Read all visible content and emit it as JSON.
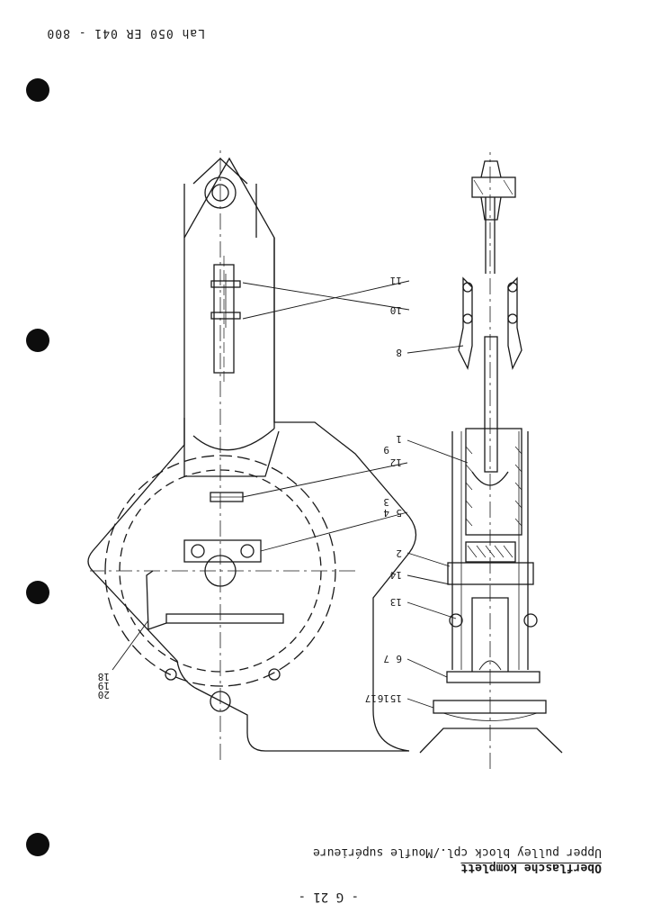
{
  "document": {
    "doc_number": "Lah 050 ER 041 - 800",
    "title_de": "Oberflasche komplett",
    "title_en_fr": "Upper pulley block cpl./Moufle supérieure",
    "page_number": "- G 21 -"
  },
  "callouts": [
    {
      "id": "c1",
      "text": "11"
    },
    {
      "id": "c2",
      "text": "10"
    },
    {
      "id": "c3",
      "text": "8"
    },
    {
      "id": "c4",
      "text": "1"
    },
    {
      "id": "c5",
      "text": "9"
    },
    {
      "id": "c6",
      "text": "12"
    },
    {
      "id": "c7",
      "text": "3"
    },
    {
      "id": "c8",
      "text": "4"
    },
    {
      "id": "c9",
      "text": "5"
    },
    {
      "id": "c10",
      "text": "2"
    },
    {
      "id": "c11",
      "text": "14"
    },
    {
      "id": "c12",
      "text": "13"
    },
    {
      "id": "c13",
      "text": "6"
    },
    {
      "id": "c14",
      "text": "7"
    },
    {
      "id": "c15",
      "text": "15"
    },
    {
      "id": "c16",
      "text": "16"
    },
    {
      "id": "c17",
      "text": "17"
    },
    {
      "id": "c18",
      "text": "18"
    },
    {
      "id": "c19",
      "text": "19"
    },
    {
      "id": "c20",
      "text": "20"
    }
  ]
}
